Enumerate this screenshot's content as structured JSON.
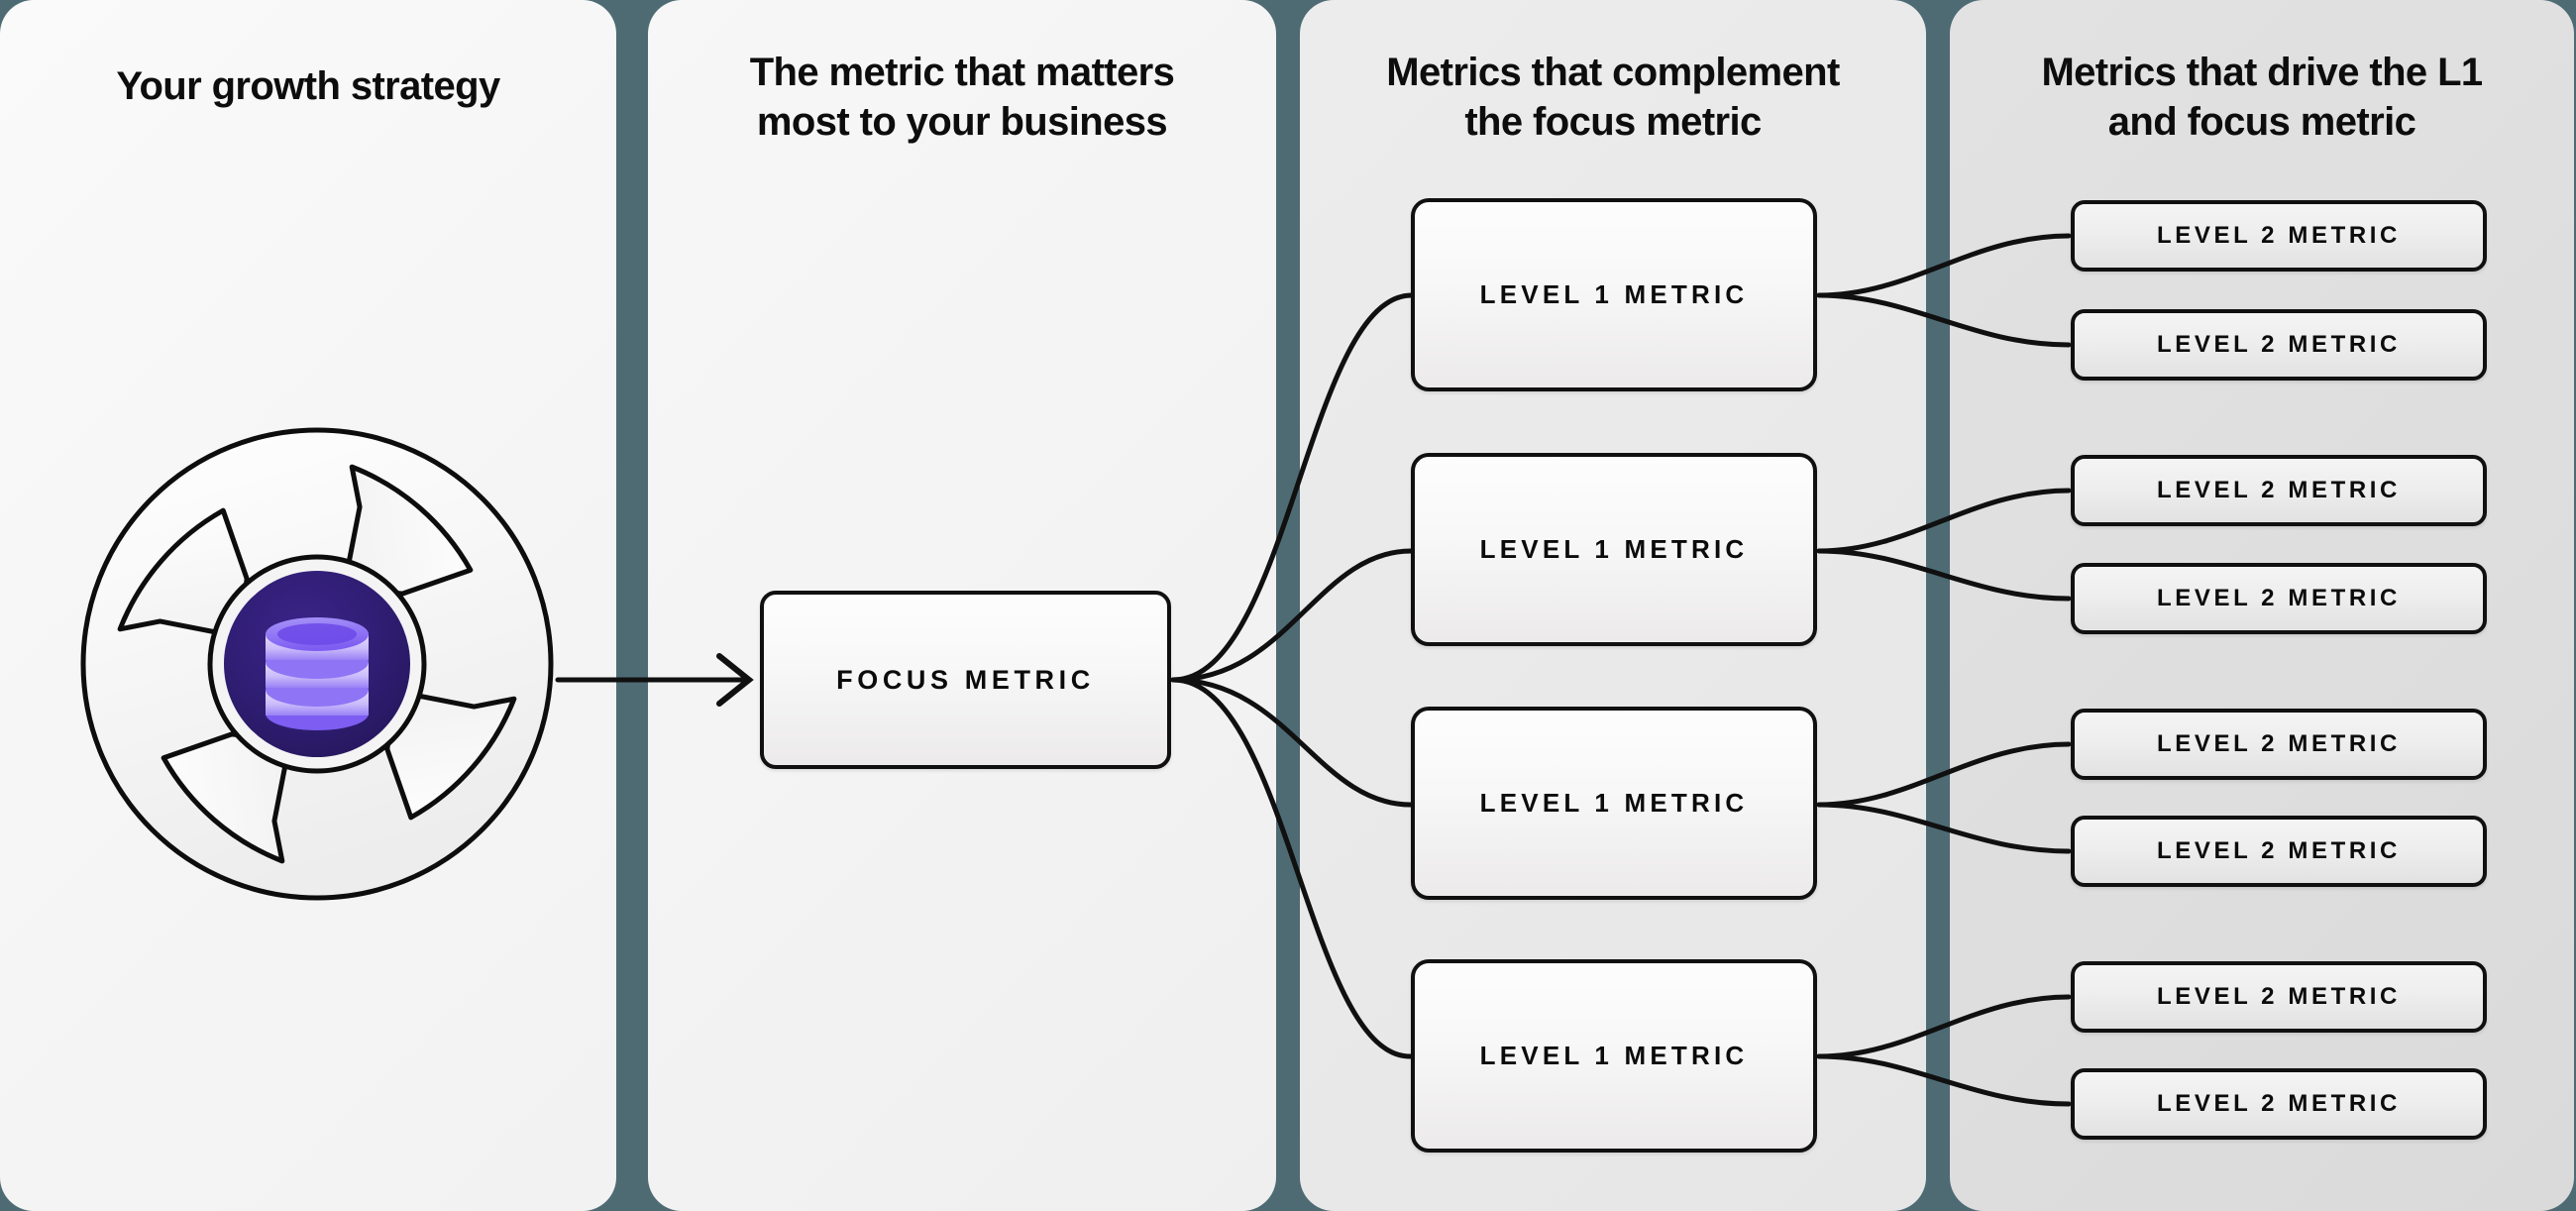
{
  "theme": {
    "divider_color": "#4e6b74",
    "panel1_bg": "#fafafa",
    "panel2_bg": "#f5f5f5",
    "panel3_bg": "#eaeaea",
    "panel4_bg": "#dedede",
    "stroke_color": "#101010",
    "icon_core_color": "#2b1a6b",
    "icon_accent_color": "#7c5cf0",
    "icon_highlight_color": "#cdc0fb"
  },
  "columns": [
    {
      "id": "growth-strategy",
      "title": "Your growth strategy"
    },
    {
      "id": "focus-metric",
      "title": "The metric that matters\nmost to your business"
    },
    {
      "id": "complement-metrics",
      "title": "Metrics that complement\nthe focus metric"
    },
    {
      "id": "driver-metrics",
      "title": "Metrics that drive the L1\nand focus metric"
    }
  ],
  "strategy_icon": {
    "name": "aperture-database-icon",
    "description": "Circular aperture with pinwheel blades around a dark purple core containing a stacked-disk database glyph"
  },
  "focus": {
    "label": "FOCUS METRIC"
  },
  "level1": [
    {
      "label": "LEVEL 1 METRIC"
    },
    {
      "label": "LEVEL 1 METRIC"
    },
    {
      "label": "LEVEL 1 METRIC"
    },
    {
      "label": "LEVEL 1 METRIC"
    }
  ],
  "level2": [
    {
      "label": "LEVEL 2 METRIC"
    },
    {
      "label": "LEVEL 2 METRIC"
    },
    {
      "label": "LEVEL 2 METRIC"
    },
    {
      "label": "LEVEL 2 METRIC"
    },
    {
      "label": "LEVEL 2 METRIC"
    },
    {
      "label": "LEVEL 2 METRIC"
    },
    {
      "label": "LEVEL 2 METRIC"
    },
    {
      "label": "LEVEL 2 METRIC"
    }
  ]
}
